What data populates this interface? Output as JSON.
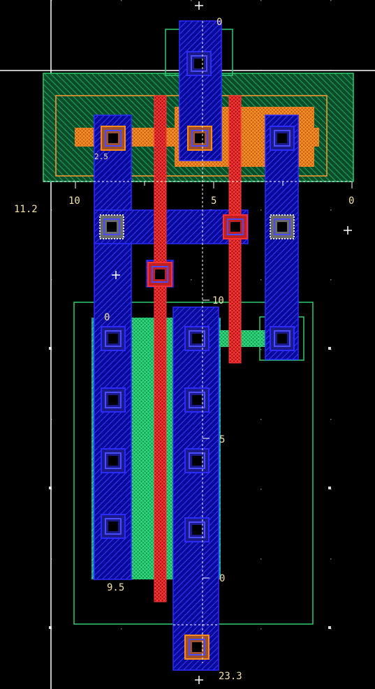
{
  "labels": {
    "l11_2": "11.2",
    "l10a": "10",
    "l5a": "5",
    "l0a": "0",
    "l0top": "0",
    "l10b": "10",
    "l5b": "5",
    "l0c": "0",
    "l0d": "0",
    "l9_5": "9.5",
    "l23_3": "23.3",
    "l2_5": "2.5"
  },
  "colors": {
    "background": "#000000",
    "metal1_blue": "#1a1aff",
    "poly_red": "#e0201c",
    "active_green": "#18c060",
    "pdiff_orange": "#ff8c1a",
    "well_outline": "#2ecc71",
    "label": "#f4e2a8",
    "cursor": "#ffffff"
  }
}
